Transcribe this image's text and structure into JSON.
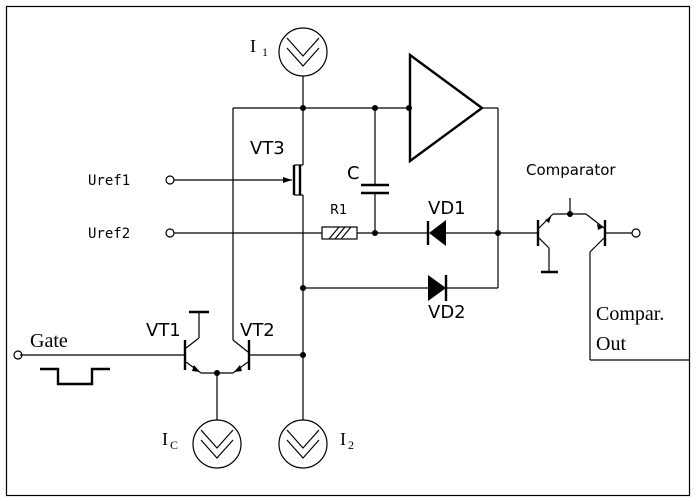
{
  "labels": {
    "i1": "I",
    "i1_sub": "1",
    "i2": "I",
    "i2_sub": "2",
    "ic": "I",
    "ic_sub": "C",
    "vt1": "VT1",
    "vt2": "VT2",
    "vt3": "VT3",
    "c": "C",
    "r1": "R1",
    "vd1": "VD1",
    "vd2": "VD2",
    "uref1": "Uref1",
    "uref2": "Uref2",
    "gate": "Gate",
    "comparator": "Comparator",
    "compar_out_line1": "Compar.",
    "compar_out_line2": "Out"
  }
}
